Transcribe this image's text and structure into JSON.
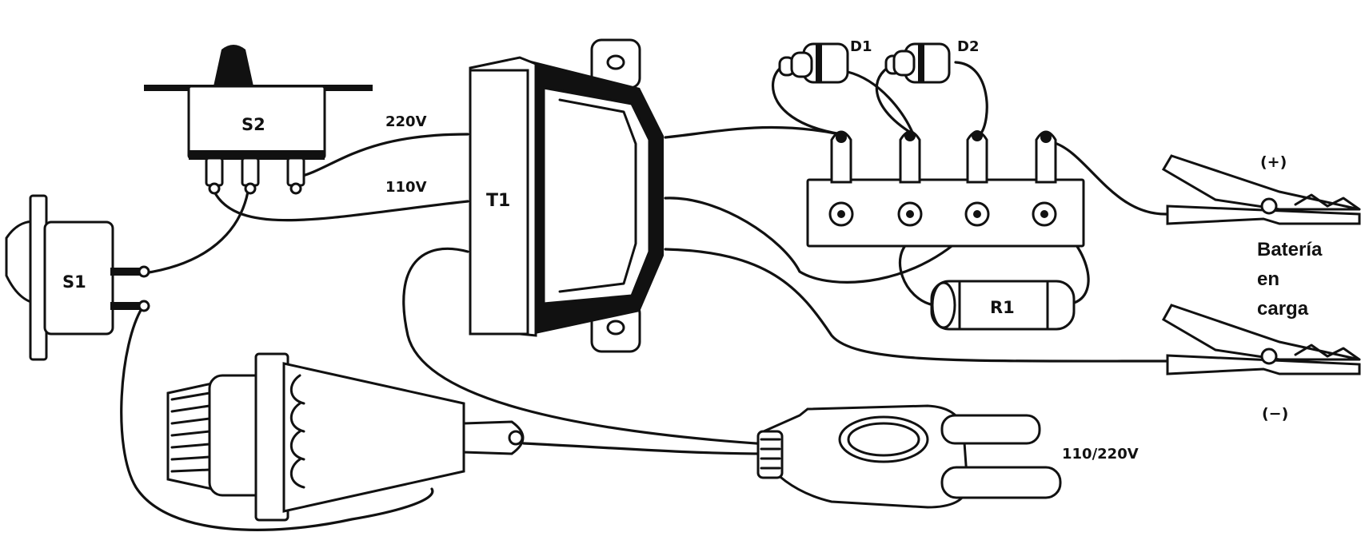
{
  "labels": {
    "s1": "S1",
    "s2": "S2",
    "t1": "T1",
    "d1": "D1",
    "d2": "D2",
    "r1": "R1",
    "v220": "220V",
    "v110": "110V",
    "plug_voltage": "110/220V",
    "plus": "(+)",
    "minus": "(−)",
    "battery_line1": "Batería",
    "battery_line2": "en",
    "battery_line3": "carga"
  },
  "colors": {
    "ink": "#111111",
    "paper": "#ffffff"
  }
}
